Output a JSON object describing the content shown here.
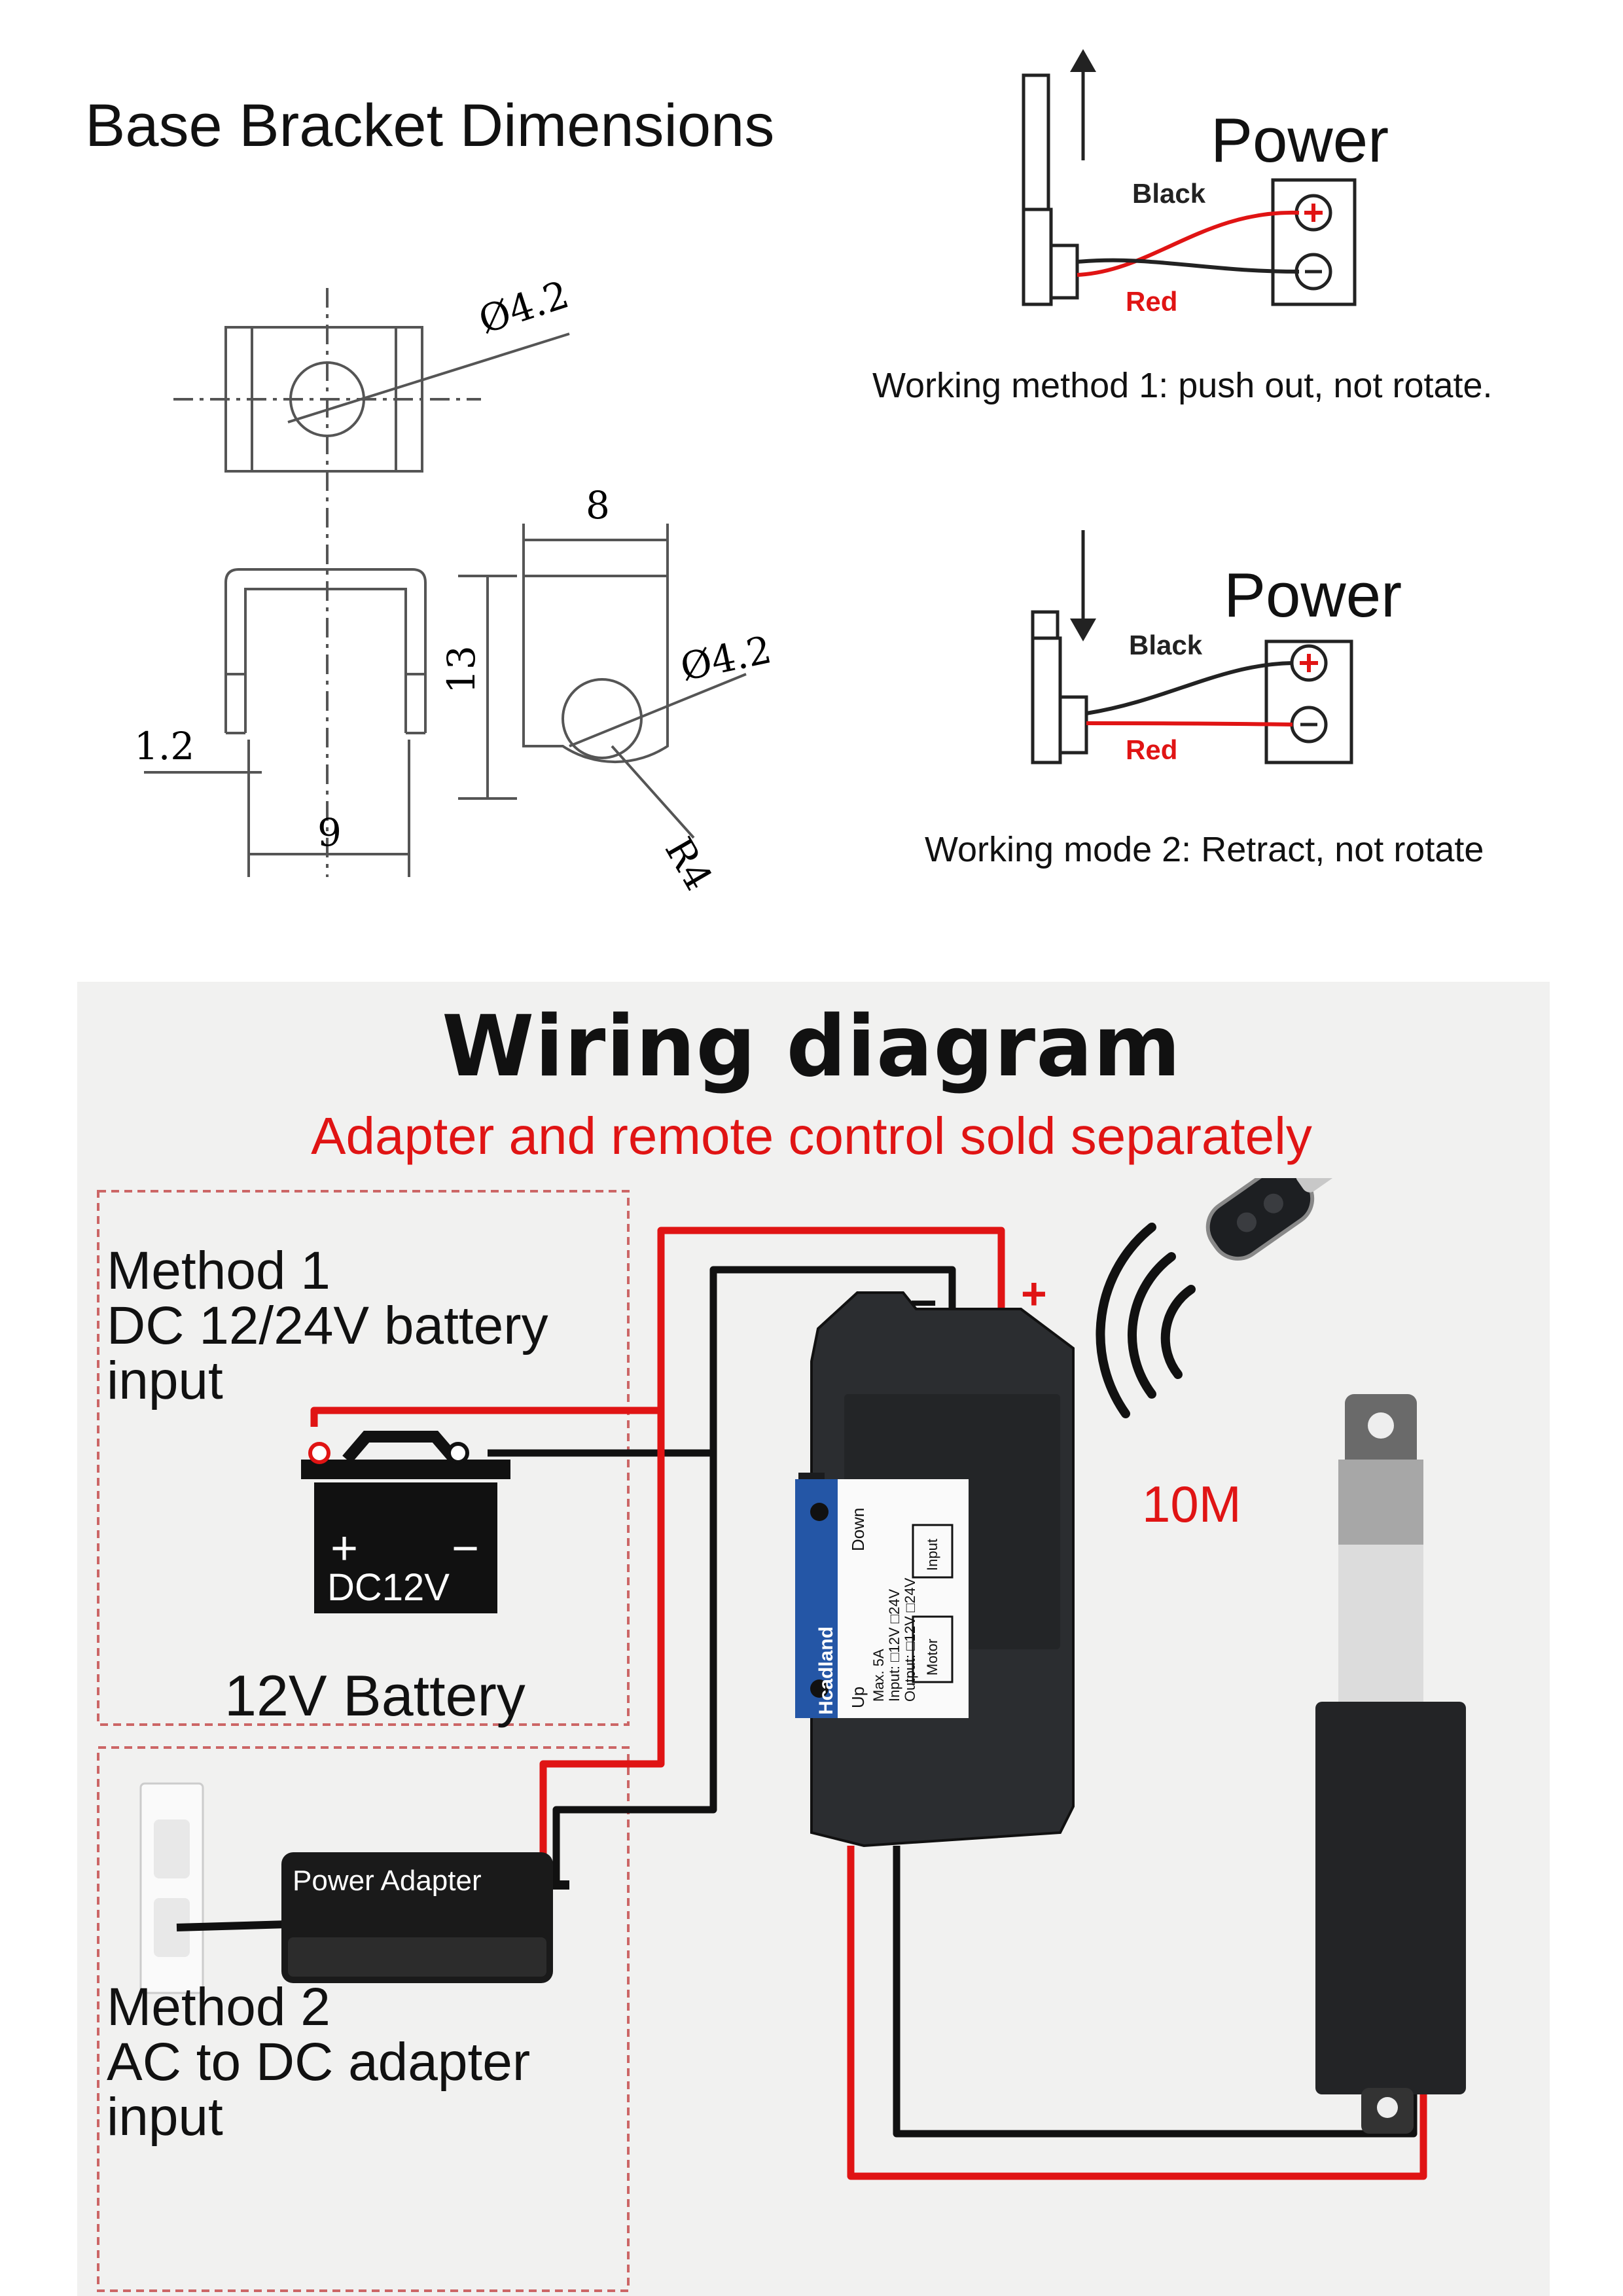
{
  "bracket": {
    "title": "Base Bracket Dimensions",
    "dims": {
      "hole_top": "Ø4.2",
      "width_8": "8",
      "height_13": "13",
      "hole_side": "Ø4.2",
      "thickness": "1.2",
      "width_9": "9",
      "radius": "R4"
    }
  },
  "method1_top": {
    "power": "Power",
    "black": "Black",
    "red": "Red",
    "caption": "Working method 1: push out, not rotate."
  },
  "method2_top": {
    "power": "Power",
    "black": "Black",
    "red": "Red",
    "caption": "Working mode 2: Retract, not rotate"
  },
  "wiring": {
    "title": "Wiring diagram",
    "subtitle": "Adapter and remote control sold separately",
    "minus": "−",
    "plus": "+",
    "range": "10M",
    "method1": {
      "line1": "Method 1",
      "line2": "DC 12/24V battery",
      "line3": "input"
    },
    "battery": {
      "plus": "+",
      "minus": "−",
      "text": "DC12V",
      "label": "12V Battery"
    },
    "adapter": {
      "label": "Power Adapter"
    },
    "method2": {
      "line1": "Method 2",
      "line2": "AC to DC adapter",
      "line3": "input"
    },
    "controller": {
      "brand": "Hcadland",
      "down": "Down",
      "up": "Up",
      "spec1": "Max. 5A",
      "spec2": "Input:  □12V □24V",
      "spec3": "Output: □12V □24V",
      "input": "Input",
      "motor": "Motor"
    }
  },
  "colors": {
    "wire_red": "#e01414",
    "wire_black": "#111111",
    "panel": "#f1f1f0"
  }
}
